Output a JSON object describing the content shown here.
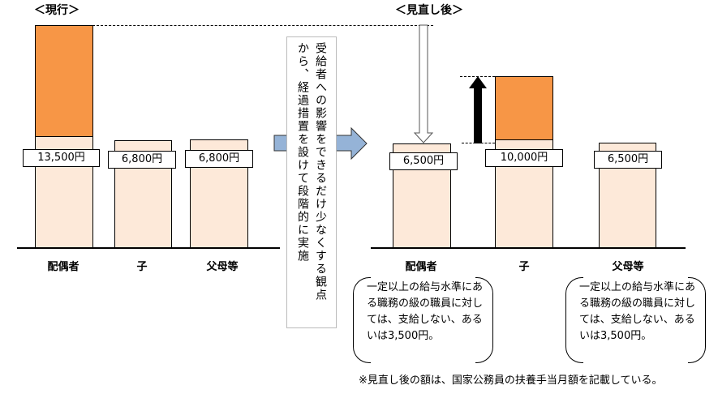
{
  "current": {
    "heading": "＜現行＞",
    "bars": [
      {
        "category": "配偶者",
        "label": "13,500円",
        "value": 13500
      },
      {
        "category": "子",
        "label": "6,800円",
        "value": 6800
      },
      {
        "category": "父母等",
        "label": "6,800円",
        "value": 6800
      }
    ]
  },
  "revised": {
    "heading": "＜見直し後＞",
    "bars": [
      {
        "category": "配偶者",
        "label": "6,500円",
        "value": 6500
      },
      {
        "category": "子",
        "label": "10,000円",
        "value": 10000
      },
      {
        "category": "父母等",
        "label": "6,500円",
        "value": 6500
      }
    ]
  },
  "transition": {
    "line1": "受給者への影響をできるだけ少なくする観点",
    "line2": "から、経過措置を設けて段階的に実施"
  },
  "notes": {
    "left": "一定以上の給与水準にある職務の級の職員に対しては、支給しない、あるいは3,500円。",
    "right": "一定以上の給与水準にある職務の級の職員に対しては、支給しない、あるいは3,500円。"
  },
  "footnote": "※見直し後の額は、国家公務員の扶養手当月額を記載している。",
  "colors": {
    "increase": "#f79646",
    "base": "#fde9d9",
    "arrow": "#95b3d7"
  }
}
